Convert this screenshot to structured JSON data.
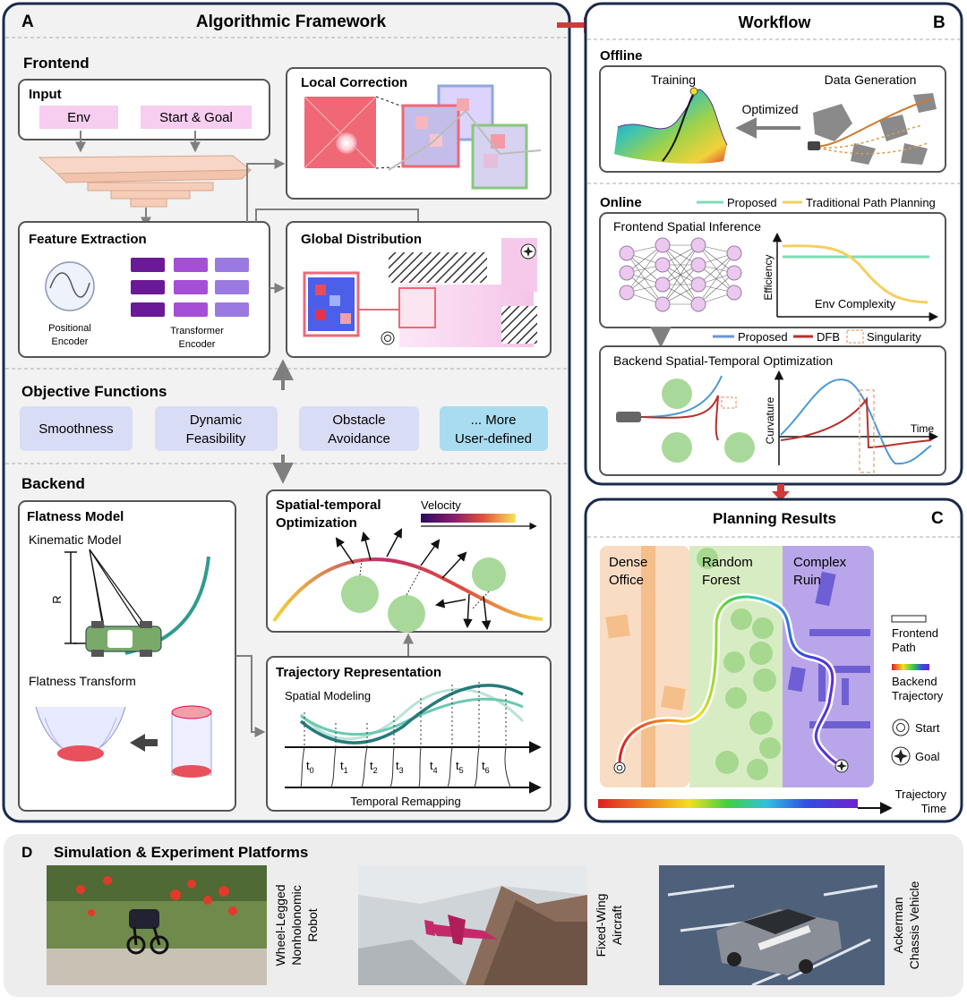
{
  "panelA": {
    "letter": "A",
    "title": "Algorithmic Framework",
    "frontend": "Frontend",
    "input": {
      "title": "Input",
      "env": "Env",
      "start_goal": "Start & Goal"
    },
    "feature": {
      "title": "Feature Extraction",
      "pos1": "Positional",
      "pos2": "Encoder",
      "tr1": "Transformer",
      "tr2": "Encoder"
    },
    "local": "Local Correction",
    "global": "Global Distribution",
    "objective": {
      "title": "Objective Functions",
      "smooth": "Smoothness",
      "dyn1": "Dynamic",
      "dyn2": "Feasibility",
      "obs1": "Obstacle",
      "obs2": "Avoidance",
      "more1": "... More",
      "more2": "User-defined"
    },
    "backend": "Backend",
    "flatness": {
      "title": "Flatness Model",
      "kin": "Kinematic Model",
      "r": "R",
      "transform": "Flatness Transform"
    },
    "st_opt": {
      "title1": "Spatial-temporal",
      "title2": "Optimization",
      "velocity": "Velocity"
    },
    "traj": {
      "title": "Trajectory Representation",
      "spatial": "Spatial Modeling",
      "temporal": "Temporal Remapping",
      "ticks": [
        "t",
        "t",
        "t",
        "t",
        "t",
        "t",
        "t"
      ],
      "subs": [
        "0",
        "1",
        "2",
        "3",
        "4",
        "5",
        "6"
      ]
    }
  },
  "panelB": {
    "letter": "B",
    "title": "Workflow",
    "offline": "Offline",
    "training": "Training",
    "data_gen": "Data Generation",
    "optimized": "Optimized",
    "online": "Online",
    "legend_proposed": "Proposed",
    "legend_trad": "Traditional Path Planning",
    "frontend_inf": "Frontend Spatial Inference",
    "efficiency": "Efficiency",
    "env_complexity": "Env Complexity",
    "legend2_proposed": "Proposed",
    "legend2_dfb": "DFB",
    "legend2_sing": "Singularity",
    "backend_opt": "Backend Spatial-Temporal Optimization",
    "curvature": "Curvature",
    "time": "Time"
  },
  "panelC": {
    "letter": "C",
    "title": "Planning Results",
    "dense1": "Dense",
    "dense2": "Office",
    "random1": "Random",
    "random2": "Forest",
    "complex1": "Complex",
    "complex2": "Ruin",
    "leg_front1": "Frontend",
    "leg_front2": "Path",
    "leg_back1": "Backend",
    "leg_back2": "Trajectory",
    "leg_start": "Start",
    "leg_goal": "Goal",
    "traj_time1": "Trajectory",
    "traj_time2": "Time"
  },
  "panelD": {
    "letter": "D",
    "title": "Simulation & Experiment Platforms",
    "p1a": "Wheel-Legged",
    "p1b": "Nonholonomic",
    "p1c": "Robot",
    "p2a": "Fixed-Wing",
    "p2b": "Aircraft",
    "p3a": "Ackerman",
    "p3b": "Chassis Vehicle"
  },
  "colors": {
    "navy": "#1b2a4a",
    "red_arrow": "#d03a3a",
    "lavender": "#d9dcf5",
    "sky": "#a9dcf0",
    "pink": "#f5c9ee",
    "green": "#9fd49a",
    "office": "#f9dcc4",
    "forest": "#d8ecc3",
    "ruin": "#b9a6ea"
  }
}
